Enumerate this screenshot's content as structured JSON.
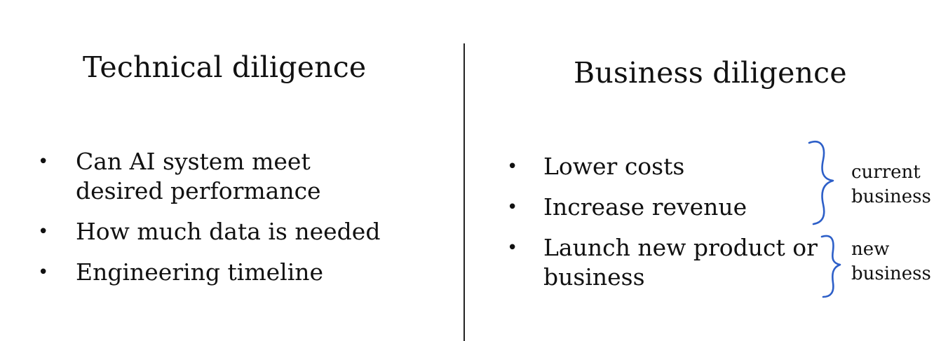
{
  "left": {
    "title": "Technical diligence",
    "items": [
      {
        "lines": [
          "Can AI system meet",
          "desired performance"
        ]
      },
      {
        "lines": [
          "How much data is needed"
        ]
      },
      {
        "lines": [
          "Engineering timeline"
        ]
      }
    ]
  },
  "right": {
    "title": "Business diligence",
    "items": [
      {
        "lines": [
          "Lower costs"
        ]
      },
      {
        "lines": [
          "Increase revenue"
        ]
      },
      {
        "lines": [
          "Launch new product or",
          "business"
        ]
      }
    ],
    "annotations": [
      {
        "lines": [
          "current",
          "business"
        ]
      },
      {
        "lines": [
          "new",
          "business"
        ]
      }
    ]
  },
  "bullet_glyph": "•",
  "colors": {
    "text": "#111111",
    "annotation_ink": "#2d5fc8"
  }
}
